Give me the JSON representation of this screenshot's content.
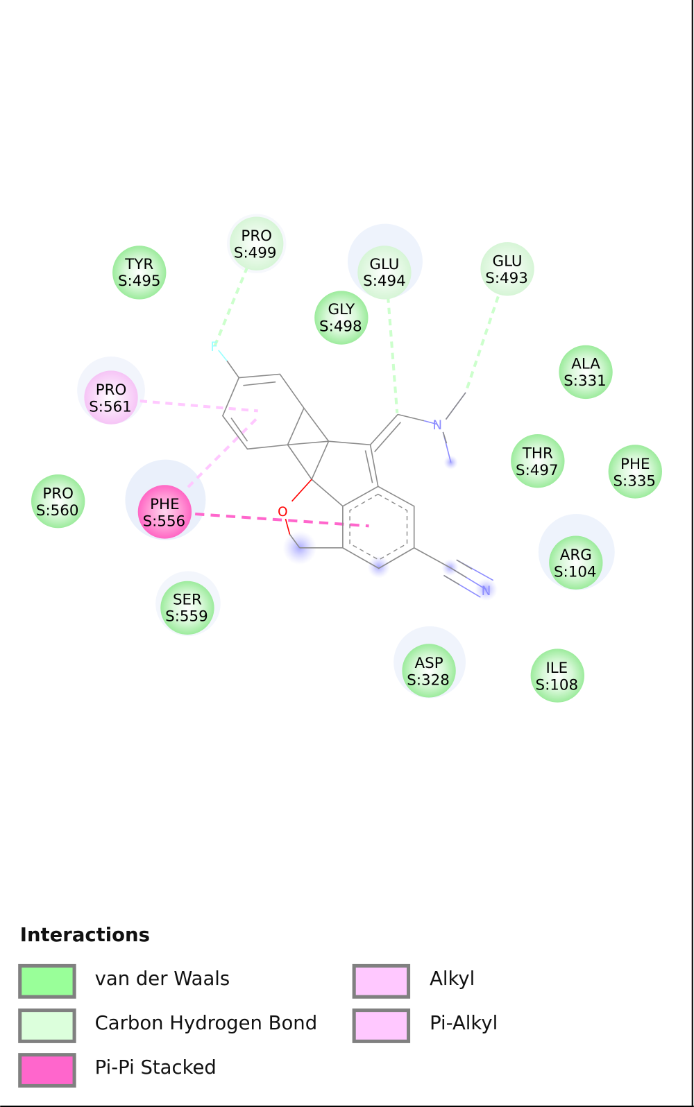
{
  "residues": [
    {
      "name": "TYR",
      "id": "S:495",
      "type": "vdw"
    },
    {
      "name": "PRO",
      "id": "S:499",
      "type": "ch"
    },
    {
      "name": "GLU",
      "id": "S:494",
      "type": "ch"
    },
    {
      "name": "GLY",
      "id": "S:498",
      "type": "vdw"
    },
    {
      "name": "GLU",
      "id": "S:493",
      "type": "ch"
    },
    {
      "name": "ALA",
      "id": "S:331",
      "type": "vdw"
    },
    {
      "name": "PRO",
      "id": "S:561",
      "type": "pialkyl"
    },
    {
      "name": "THR",
      "id": "S:497",
      "type": "vdw"
    },
    {
      "name": "PHE",
      "id": "S:335",
      "type": "vdw"
    },
    {
      "name": "PRO",
      "id": "S:560",
      "type": "vdw"
    },
    {
      "name": "PHE",
      "id": "S:556",
      "type": "pipi"
    },
    {
      "name": "ARG",
      "id": "S:104",
      "type": "vdw"
    },
    {
      "name": "SER",
      "id": "S:559",
      "type": "vdw"
    },
    {
      "name": "ASP",
      "id": "S:328",
      "type": "vdw"
    },
    {
      "name": "ILE",
      "id": "S:108",
      "type": "vdw"
    }
  ],
  "atoms": {
    "fluorine": "F",
    "oxygen": "O",
    "amine_nitrogen": "N",
    "nitrile_nitrogen": "N"
  },
  "legend": {
    "title": "Interactions",
    "items": [
      {
        "label": "van der Waals",
        "color": "#99ff99"
      },
      {
        "label": "Carbon Hydrogen Bond",
        "color": "#dcffdc"
      },
      {
        "label": "Pi-Pi Stacked",
        "color": "#ff66cc"
      },
      {
        "label": "Alkyl",
        "color": "#ffc8ff"
      },
      {
        "label": "Pi-Alkyl",
        "color": "#ffc8ff"
      }
    ]
  },
  "colors": {
    "vdw": "#99ff99",
    "ch": "#dcffdc",
    "pipi": "#ff66cc",
    "pialkyl": "#ffc8ff",
    "bond": "#8c8c8c",
    "oxygen": "#ff0000",
    "nitrogen": "#8c8cff",
    "fluorine": "#99ffff"
  }
}
